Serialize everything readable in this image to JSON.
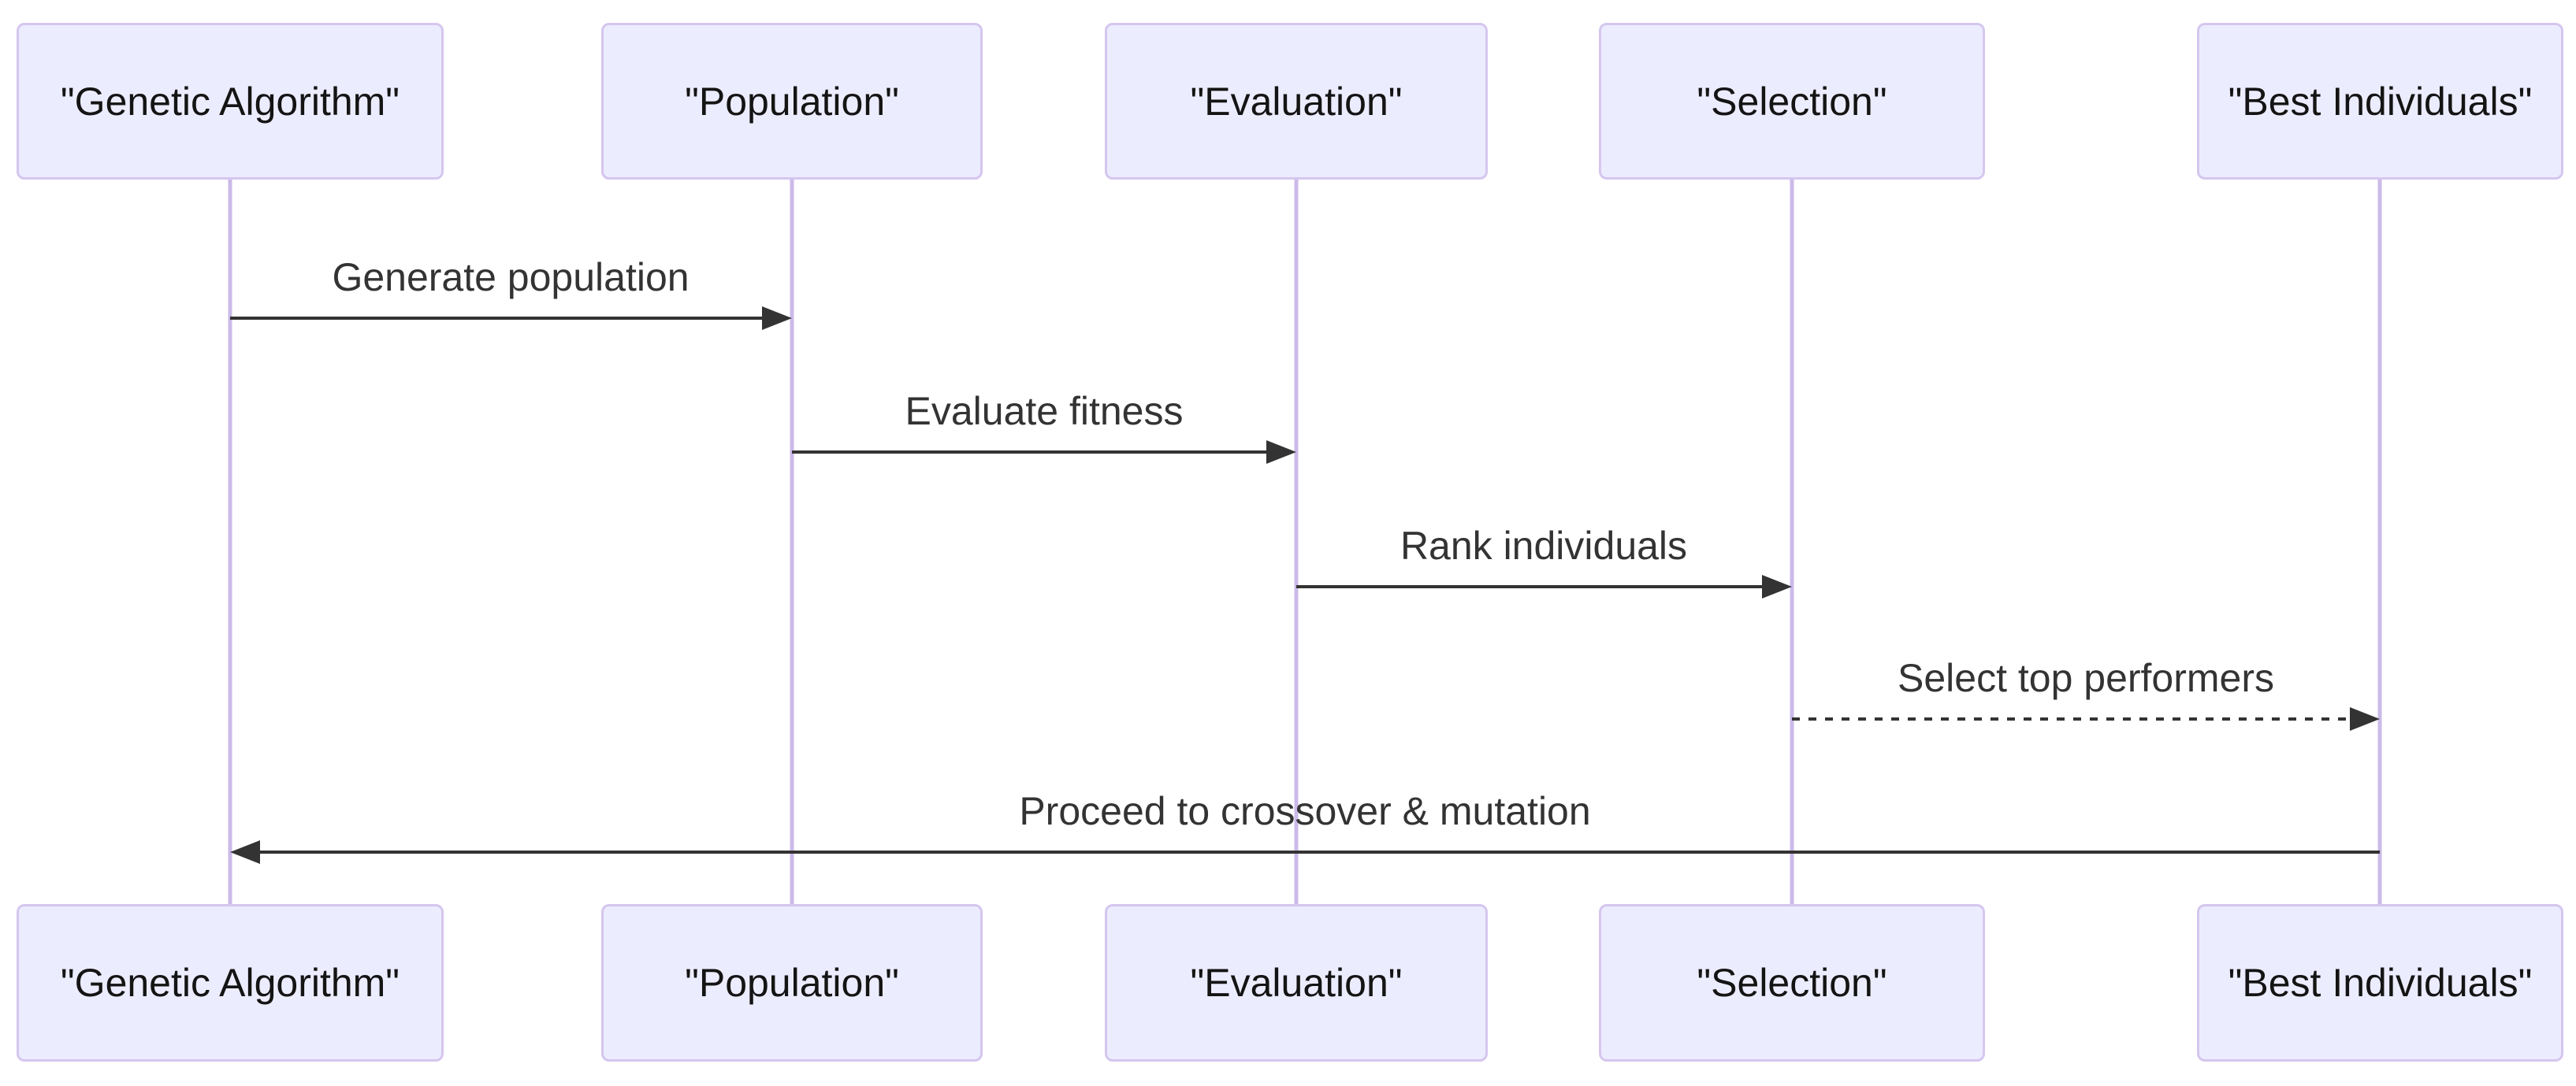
{
  "diagram": {
    "type": "sequence-diagram",
    "participants": [
      {
        "id": "genetic-algorithm",
        "label": "\"Genetic Algorithm\""
      },
      {
        "id": "population",
        "label": "\"Population\""
      },
      {
        "id": "evaluation",
        "label": "\"Evaluation\""
      },
      {
        "id": "selection",
        "label": "\"Selection\""
      },
      {
        "id": "best-individuals",
        "label": "\"Best Individuals\""
      }
    ],
    "messages": [
      {
        "from": "Genetic Algorithm",
        "to": "Population",
        "label": "Generate population",
        "line": "solid",
        "direction": "right"
      },
      {
        "from": "Population",
        "to": "Evaluation",
        "label": "Evaluate fitness",
        "line": "solid",
        "direction": "right"
      },
      {
        "from": "Evaluation",
        "to": "Selection",
        "label": "Rank individuals",
        "line": "solid",
        "direction": "right"
      },
      {
        "from": "Selection",
        "to": "Best Individuals",
        "label": "Select top performers",
        "line": "dashed",
        "direction": "right"
      },
      {
        "from": "Best Individuals",
        "to": "Genetic Algorithm",
        "label": "Proceed to crossover & mutation",
        "line": "solid",
        "direction": "left"
      }
    ],
    "colors": {
      "background": "#FFFFFF",
      "actor_fill": "#ECECFF",
      "actor_border": "#D5C6EF",
      "actor_text": "#141414",
      "lifeline": "#CBBAE9",
      "message_line": "#333333",
      "message_text": "#333333"
    }
  }
}
